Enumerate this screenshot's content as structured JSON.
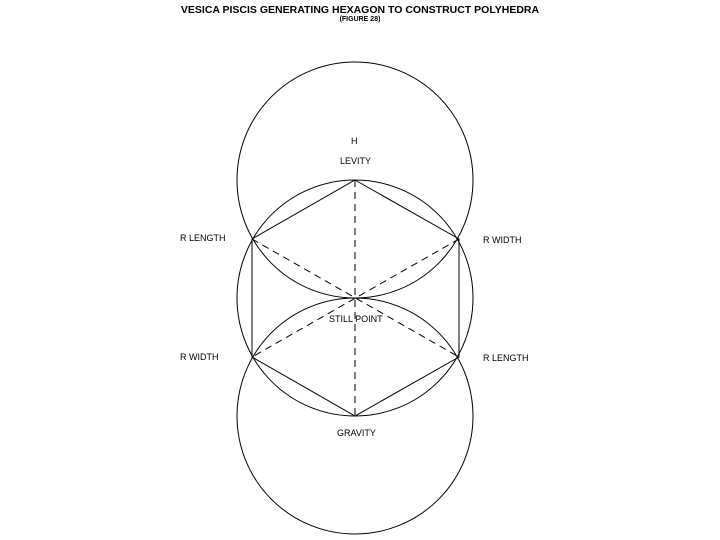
{
  "title": "VESICA PISCIS GENERATING HEXAGON TO CONSTRUCT POLYHEDRA",
  "subtitle": "(FIGURE 28)",
  "labels": {
    "top_h": "H",
    "levity": "LEVITY",
    "upper_left": "R  LENGTH",
    "upper_right": "R  WIDTH",
    "still_point": "STILL POINT",
    "lower_left": "R  WIDTH",
    "lower_right": "R  LENGTH",
    "gravity": "GRAVITY"
  }
}
